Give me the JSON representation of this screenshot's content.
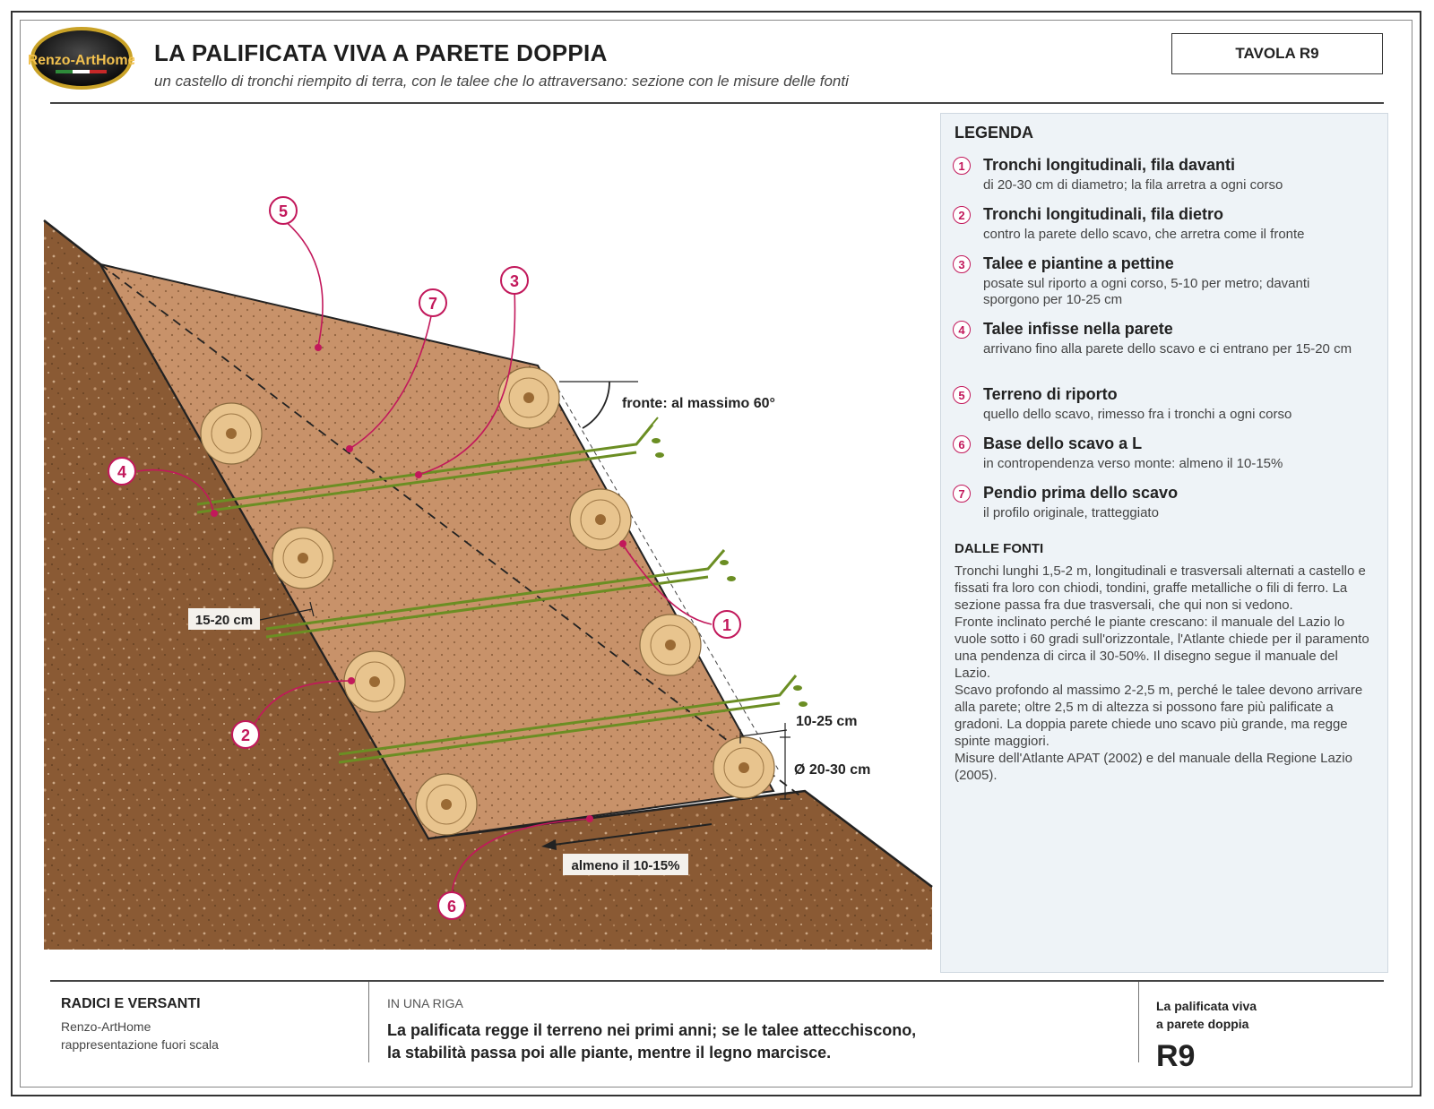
{
  "header": {
    "logo_text": "Renzo-ArtHome",
    "title": "LA PALIFICATA VIVA A PARETE DOPPIA",
    "subtitle": "un castello di tronchi riempito di terra, con le talee che lo attraversano: sezione con le misure delle fonti",
    "tavola": "TAVOLA R9"
  },
  "diagram": {
    "callouts": [
      "1",
      "2",
      "3",
      "4",
      "5",
      "6",
      "7"
    ],
    "labels": {
      "angle": "fronte: al massimo 60°",
      "cut_depth": "15-20 cm",
      "protrusion": "10-25 cm",
      "diameter": "Ø 20-30 cm",
      "slope": "almeno il 10-15%"
    },
    "colors": {
      "soil": "#8a5a34",
      "fill": "#c8926a",
      "log": "#e8c48e",
      "cutting": "#6b8e23",
      "callout": "#c2185b"
    }
  },
  "legend": {
    "title": "LEGENDA",
    "items": [
      {
        "num": "1",
        "title": "Tronchi longitudinali, fila davanti",
        "desc": "di 20-30 cm di diametro; la fila arretra a ogni corso"
      },
      {
        "num": "2",
        "title": "Tronchi longitudinali, fila dietro",
        "desc": "contro la parete dello scavo, che arretra come il fronte"
      },
      {
        "num": "3",
        "title": "Talee e piantine a pettine",
        "desc": "posate sul riporto a ogni corso, 5-10 per metro; davanti sporgono per 10-25 cm"
      },
      {
        "num": "4",
        "title": "Talee infisse nella parete",
        "desc": "arrivano fino alla parete dello scavo e ci entrano per 15-20 cm"
      },
      {
        "num": "5",
        "title": "Terreno di riporto",
        "desc": "quello dello scavo, rimesso fra i tronchi a ogni corso"
      },
      {
        "num": "6",
        "title": "Base dello scavo a L",
        "desc": "in contropendenza verso monte: almeno il 10-15%"
      },
      {
        "num": "7",
        "title": "Pendio prima dello scavo",
        "desc": "il profilo originale, tratteggiato"
      }
    ],
    "sources_title": "DALLE FONTI",
    "sources": [
      "Tronchi lunghi 1,5-2 m, longitudinali e trasversali alternati a castello e fissati fra loro con chiodi, tondini, graffe metalliche o fili di ferro. La sezione passa fra due trasversali, che qui non si vedono.",
      "Fronte inclinato perché le piante crescano: il manuale del Lazio lo vuole sotto i 60 gradi sull'orizzontale, l'Atlante chiede per il paramento una pendenza di circa il 30-50%. Il disegno segue il manuale del Lazio.",
      "Scavo profondo al massimo 2-2,5 m, perché le talee devono arrivare alla parete; oltre 2,5 m di altezza si possono fare più palificate a gradoni. La doppia parete chiede uno scavo più grande, ma regge spinte maggiori.",
      "Misure dell'Atlante APAT (2002) e del manuale della Regione Lazio (2005)."
    ]
  },
  "footer": {
    "series": "RADICI E VERSANTI",
    "author": "Renzo-ArtHome",
    "scale_note": "rappresentazione fuori scala",
    "oneline_label": "IN UNA RIGA",
    "oneline_1": "La palificata regge il terreno nei primi anni; se le talee attecchiscono,",
    "oneline_2": "la stabilità passa poi alle piante, mentre il legno marcisce.",
    "plate_name_1": "La palificata viva",
    "plate_name_2": "a parete doppia",
    "plate_code": "R9"
  }
}
